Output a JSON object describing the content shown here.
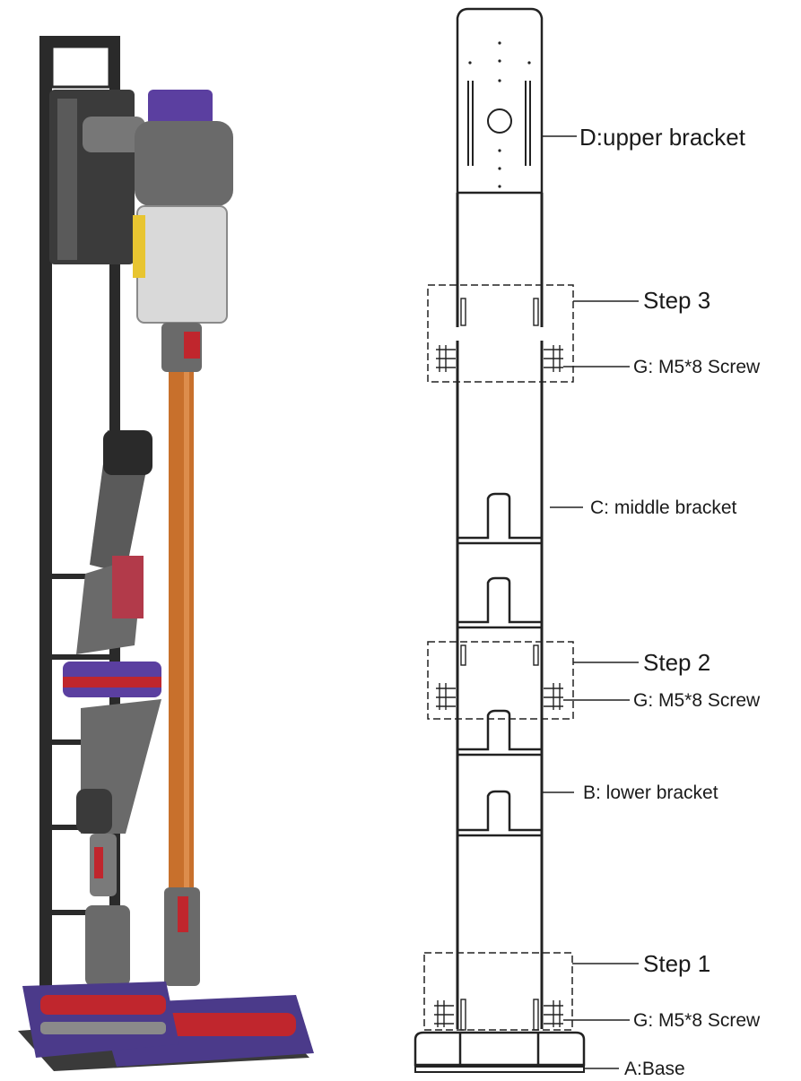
{
  "labels": {
    "upper_bracket": "D:upper bracket",
    "step3": "Step 3",
    "screw3": "G: M5*8 Screw",
    "middle_bracket": "C: middle bracket",
    "step2": "Step 2",
    "screw2": "G: M5*8 Screw",
    "lower_bracket": "B: lower bracket",
    "step1": "Step 1",
    "screw1": "G: M5*8 Screw",
    "base": "A:Base"
  },
  "colors": {
    "frame": "#2a2a2a",
    "vacuum_purple": "#5b3fa0",
    "wand_copper": "#c8702c",
    "accent_red": "#c0262d",
    "grey_plastic": "#6a6a6a",
    "diagram_line": "#222222"
  }
}
